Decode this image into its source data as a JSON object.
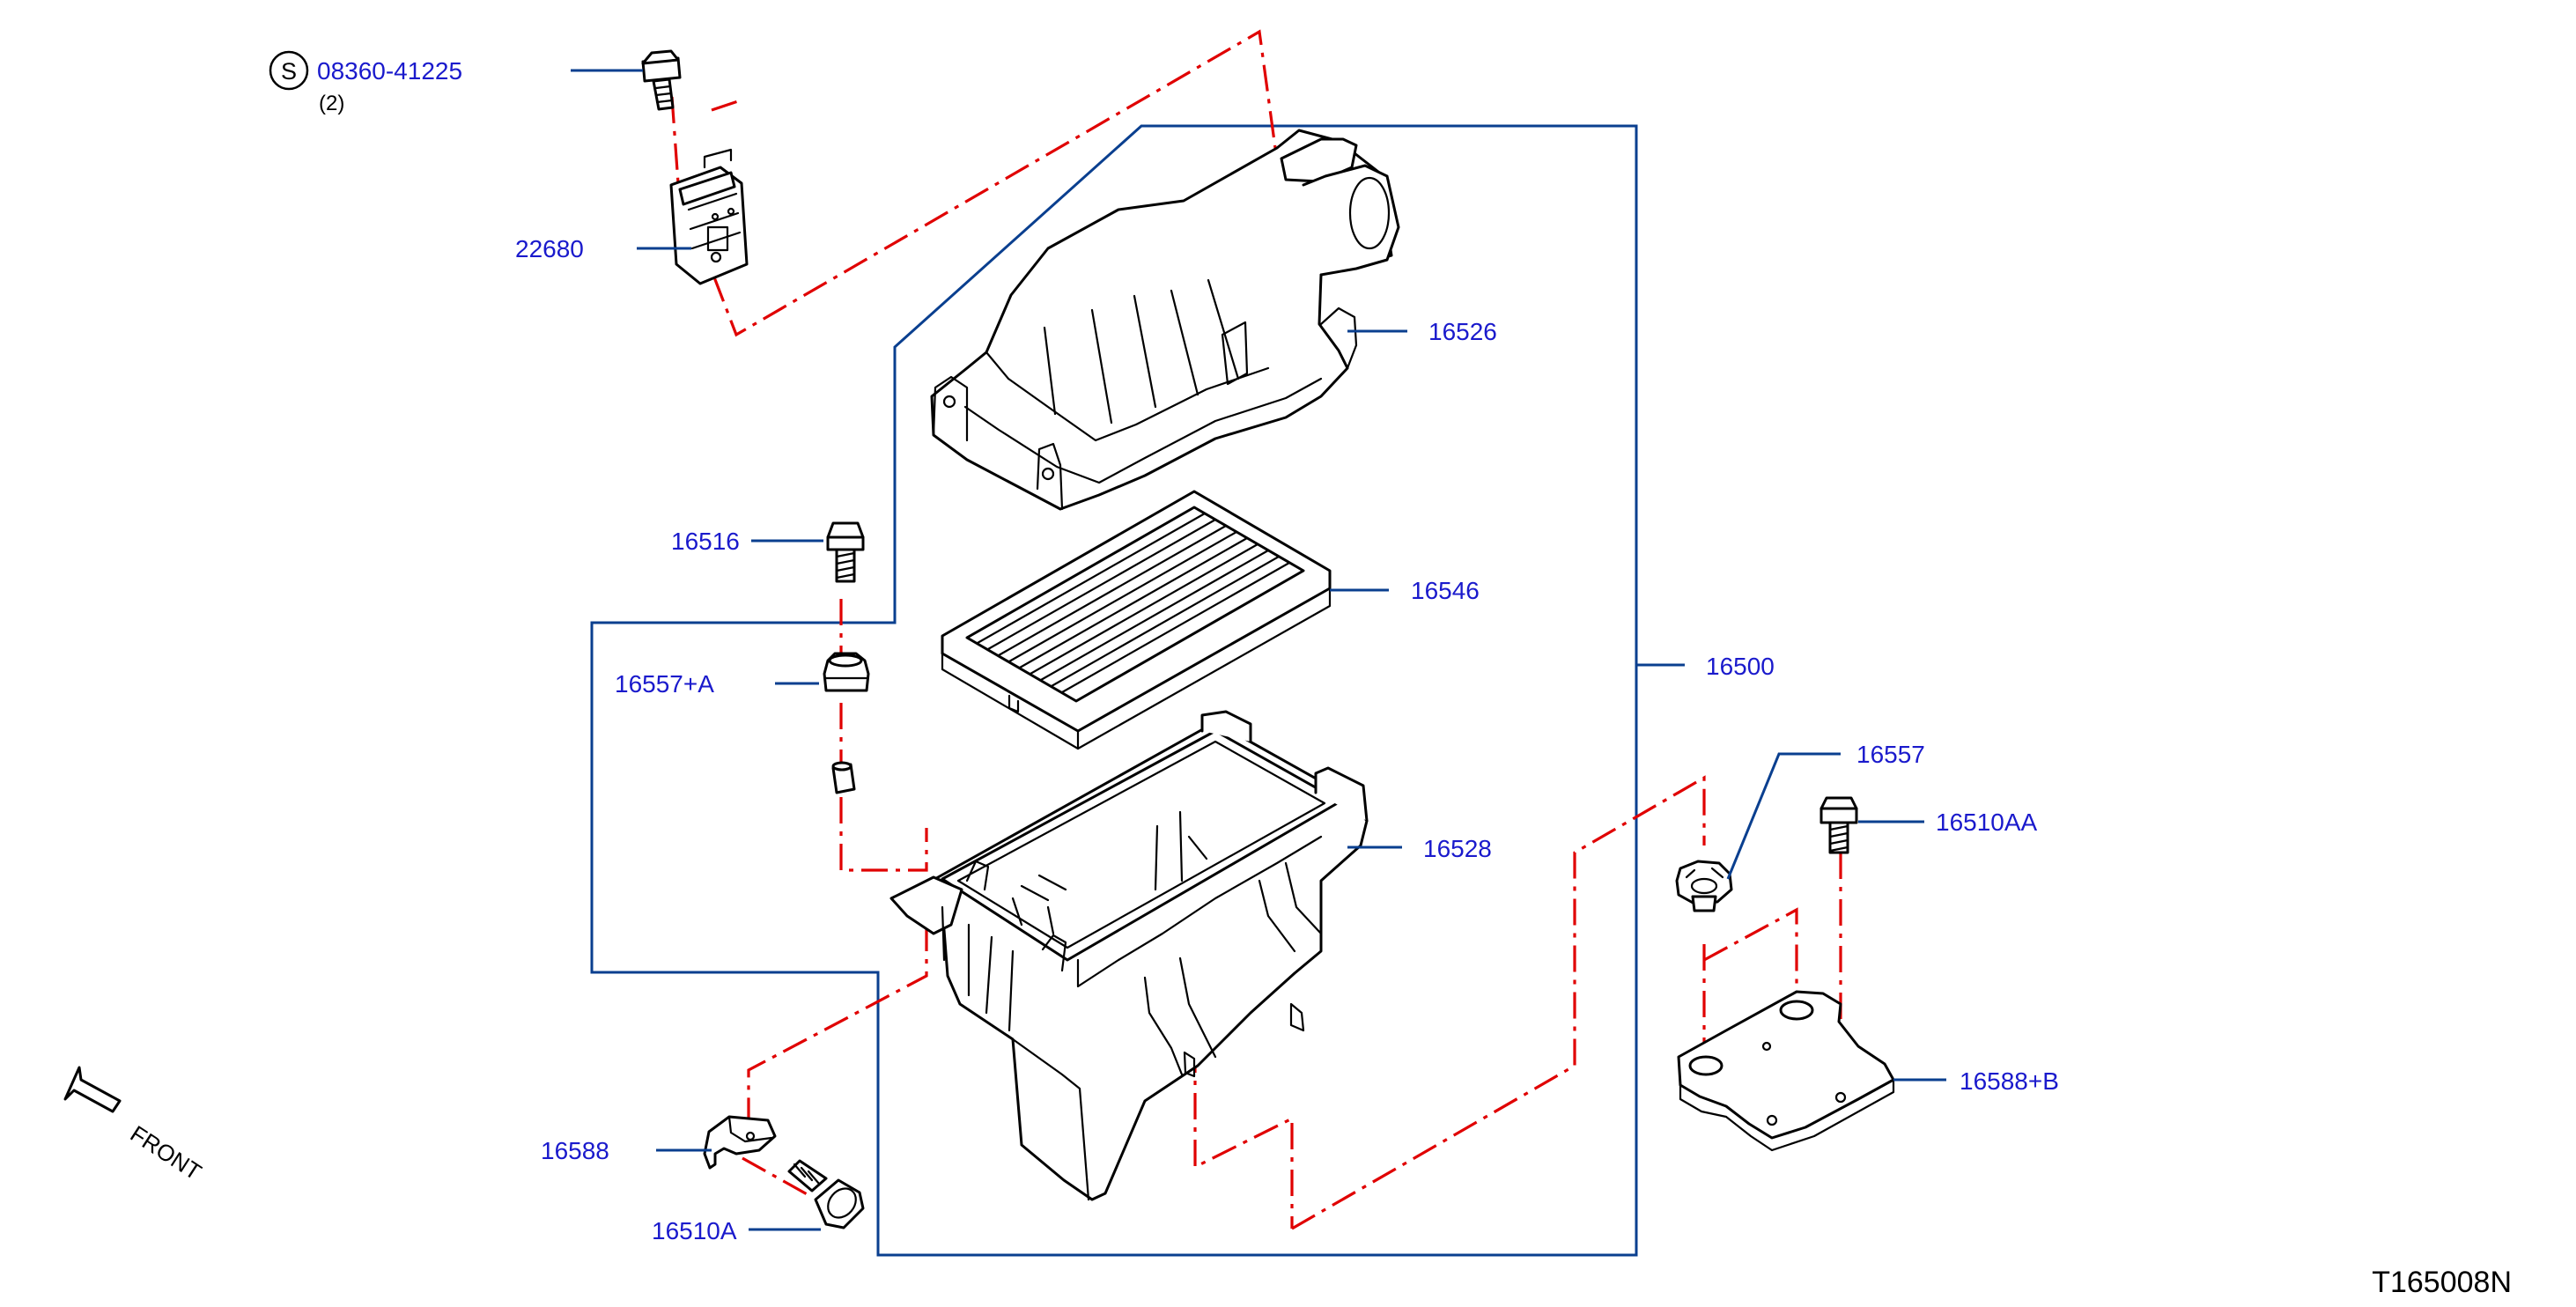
{
  "diagram": {
    "drawing_code": "T165008N",
    "front_label": "FRONT",
    "service_symbol": "S",
    "labels": {
      "screw": "08360-41225",
      "screw_qty": "(2)",
      "maf_sensor": "22680",
      "cover": "16526",
      "bolt_top": "16516",
      "grommet_a": "16557+A",
      "element": "16546",
      "assembly": "16500",
      "grommet": "16557",
      "bolt_aa": "16510AA",
      "case": "16528",
      "bracket_b": "16588+B",
      "bracket": "16588",
      "bolt_a": "16510A"
    }
  }
}
